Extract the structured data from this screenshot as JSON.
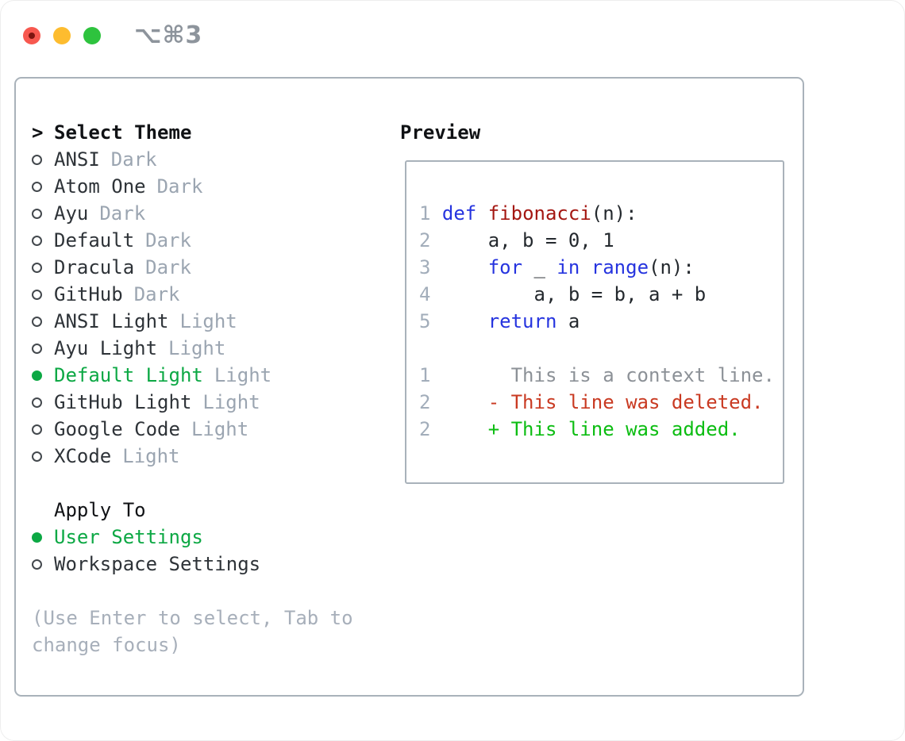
{
  "titlebar": {
    "shortcut": "⌥⌘3",
    "traffic_colors": {
      "close": "#f7584f",
      "minimize": "#fdbc2f",
      "zoom": "#2ec33e"
    }
  },
  "theme_picker": {
    "header": {
      "prompt": ">",
      "label": "Select Theme"
    },
    "items": [
      {
        "label": "ANSI",
        "tag": "Dark",
        "selected": false
      },
      {
        "label": "Atom One",
        "tag": "Dark",
        "selected": false
      },
      {
        "label": "Ayu",
        "tag": "Dark",
        "selected": false
      },
      {
        "label": "Default",
        "tag": "Dark",
        "selected": false
      },
      {
        "label": "Dracula",
        "tag": "Dark",
        "selected": false
      },
      {
        "label": "GitHub",
        "tag": "Dark",
        "selected": false
      },
      {
        "label": "ANSI Light",
        "tag": "Light",
        "selected": false
      },
      {
        "label": "Ayu Light",
        "tag": "Light",
        "selected": false
      },
      {
        "label": "Default Light",
        "tag": "Light",
        "selected": true
      },
      {
        "label": "GitHub Light",
        "tag": "Light",
        "selected": false
      },
      {
        "label": "Google Code",
        "tag": "Light",
        "selected": false
      },
      {
        "label": "XCode",
        "tag": "Light",
        "selected": false
      }
    ],
    "apply_to": {
      "label": "Apply To",
      "options": [
        {
          "label": "User Settings",
          "selected": true
        },
        {
          "label": "Workspace Settings",
          "selected": false
        }
      ]
    },
    "hint": "(Use Enter to select, Tab to change focus)"
  },
  "preview": {
    "label": "Preview",
    "lines": [
      {
        "n": "1",
        "toks": [
          {
            "t": "def",
            "s": "kw"
          },
          {
            "t": " ",
            "s": "fg"
          },
          {
            "t": "fibonacci",
            "s": "fn"
          },
          {
            "t": "(n):",
            "s": "fg"
          }
        ]
      },
      {
        "n": "2",
        "toks": [
          {
            "t": "    a, b = 0, 1",
            "s": "fg"
          }
        ]
      },
      {
        "n": "3",
        "toks": [
          {
            "t": "    ",
            "s": "fg"
          },
          {
            "t": "for",
            "s": "kw"
          },
          {
            "t": " _ ",
            "s": "fg"
          },
          {
            "t": "in",
            "s": "kw"
          },
          {
            "t": " ",
            "s": "fg"
          },
          {
            "t": "range",
            "s": "kw"
          },
          {
            "t": "(n):",
            "s": "fg"
          }
        ]
      },
      {
        "n": "4",
        "toks": [
          {
            "t": "        a, b = b, a + b",
            "s": "fg"
          }
        ]
      },
      {
        "n": "5",
        "toks": [
          {
            "t": "    ",
            "s": "fg"
          },
          {
            "t": "return",
            "s": "kw"
          },
          {
            "t": " a",
            "s": "fg"
          }
        ]
      },
      {
        "n": "",
        "toks": []
      },
      {
        "n": "1",
        "toks": [
          {
            "t": "      This is a context line.",
            "s": "ctx"
          }
        ]
      },
      {
        "n": "2",
        "toks": [
          {
            "t": "    - This line was deleted.",
            "s": "del"
          }
        ]
      },
      {
        "n": "2",
        "toks": [
          {
            "t": "    + This line was added.",
            "s": "add"
          }
        ]
      }
    ]
  },
  "colors": {
    "accent_green": "#0ca844",
    "keyword_blue": "#2634df",
    "function_red": "#a41712",
    "diff_deleted": "#c93a22",
    "diff_added": "#0cbd12",
    "muted_gray": "#9ba5b1",
    "panel_border": "#a9b2ba"
  }
}
